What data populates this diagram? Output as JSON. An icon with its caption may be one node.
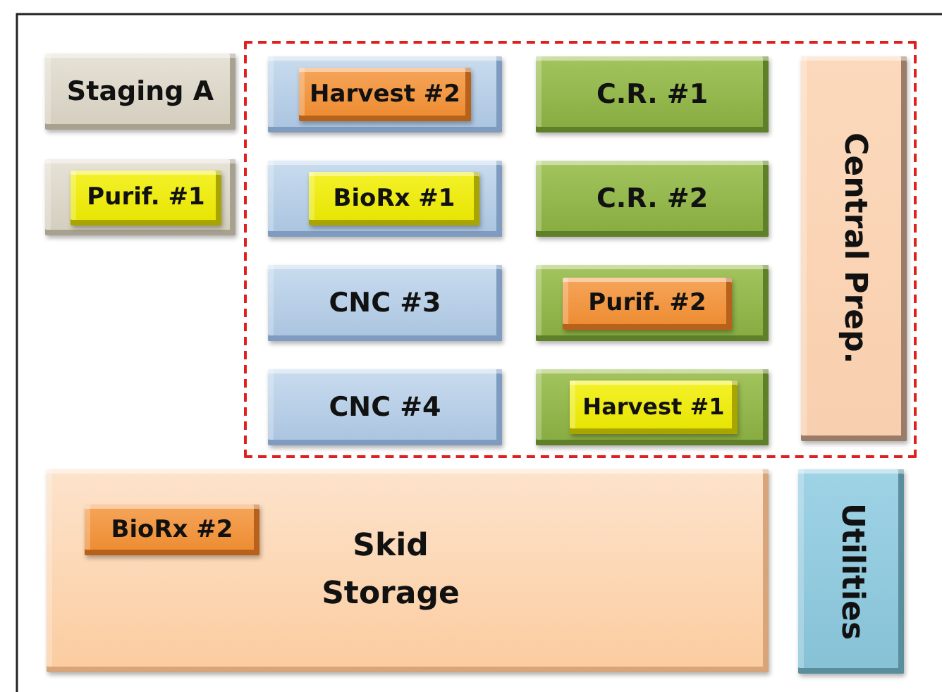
{
  "diagram": {
    "nodes": [
      {
        "text": [],
        "shape": "box"
      },
      {
        "text": [
          "Staging A"
        ]
      },
      {
        "text": [],
        "shape": "box",
        "in": 0
      },
      {
        "text": [
          "Harvest #2"
        ],
        "in": 2
      },
      {
        "text": [
          "C.R. #1"
        ],
        "in": 0
      },
      {
        "text": [
          "Central Prep."
        ],
        "in": 0
      },
      {
        "text": [],
        "shape": "box"
      },
      {
        "text": [
          "Purif. #1"
        ],
        "in": 6
      },
      {
        "text": [],
        "shape": "box",
        "in": 0
      },
      {
        "text": [
          "BioRx #1"
        ],
        "in": 8
      },
      {
        "text": [
          "C.R. #2"
        ],
        "in": 0
      },
      {
        "text": [
          "CNC #3"
        ],
        "in": 0
      },
      {
        "text": [],
        "shape": "box",
        "in": 0
      },
      {
        "text": [
          "Purif. #2"
        ],
        "in": 12
      },
      {
        "text": [
          "CNC #4"
        ],
        "in": 0
      },
      {
        "text": [],
        "shape": "box",
        "in": 0
      },
      {
        "text": [
          "Harvest #1"
        ],
        "in": 15
      },
      {
        "text": [
          "Skid Storage"
        ]
      },
      {
        "text": [
          "BioRx #2"
        ],
        "in": 17
      },
      {
        "text": [
          "Utilities"
        ]
      }
    ]
  }
}
